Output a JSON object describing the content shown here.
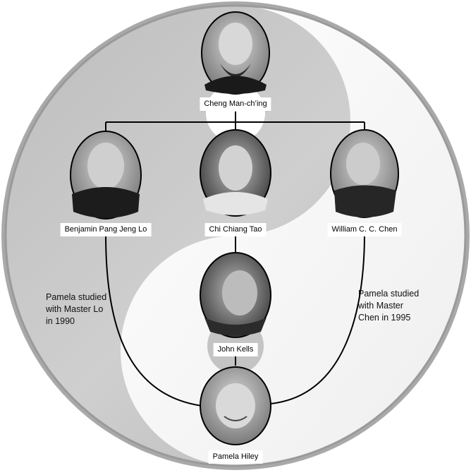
{
  "people": {
    "root": {
      "name": "Cheng Man-ch’ing",
      "portrait": "elderly-man-with-white-beard-photo"
    },
    "left": {
      "name": "Benjamin Pang Jeng Lo",
      "portrait": "man-in-dark-tunic-photo"
    },
    "center": {
      "name": "Chi Chiang Tao",
      "portrait": "man-with-short-hair-photo"
    },
    "right": {
      "name": "William C. C. Chen",
      "portrait": "man-with-hand-raised-photo"
    },
    "mid": {
      "name": "John Kells",
      "portrait": "man-in-profile-photo"
    },
    "bottom": {
      "name": "Pamela Hiley",
      "portrait": "smiling-woman-photo"
    }
  },
  "notes": {
    "left": "Pamela studied\nwith Master Lo\nin 1990",
    "right": "Pamela studied\nwith Master\nChen in 1995"
  },
  "colors": {
    "background_symbol": "#c8c8c8",
    "light_half": "#f4f4f4",
    "lines": "#000000"
  }
}
